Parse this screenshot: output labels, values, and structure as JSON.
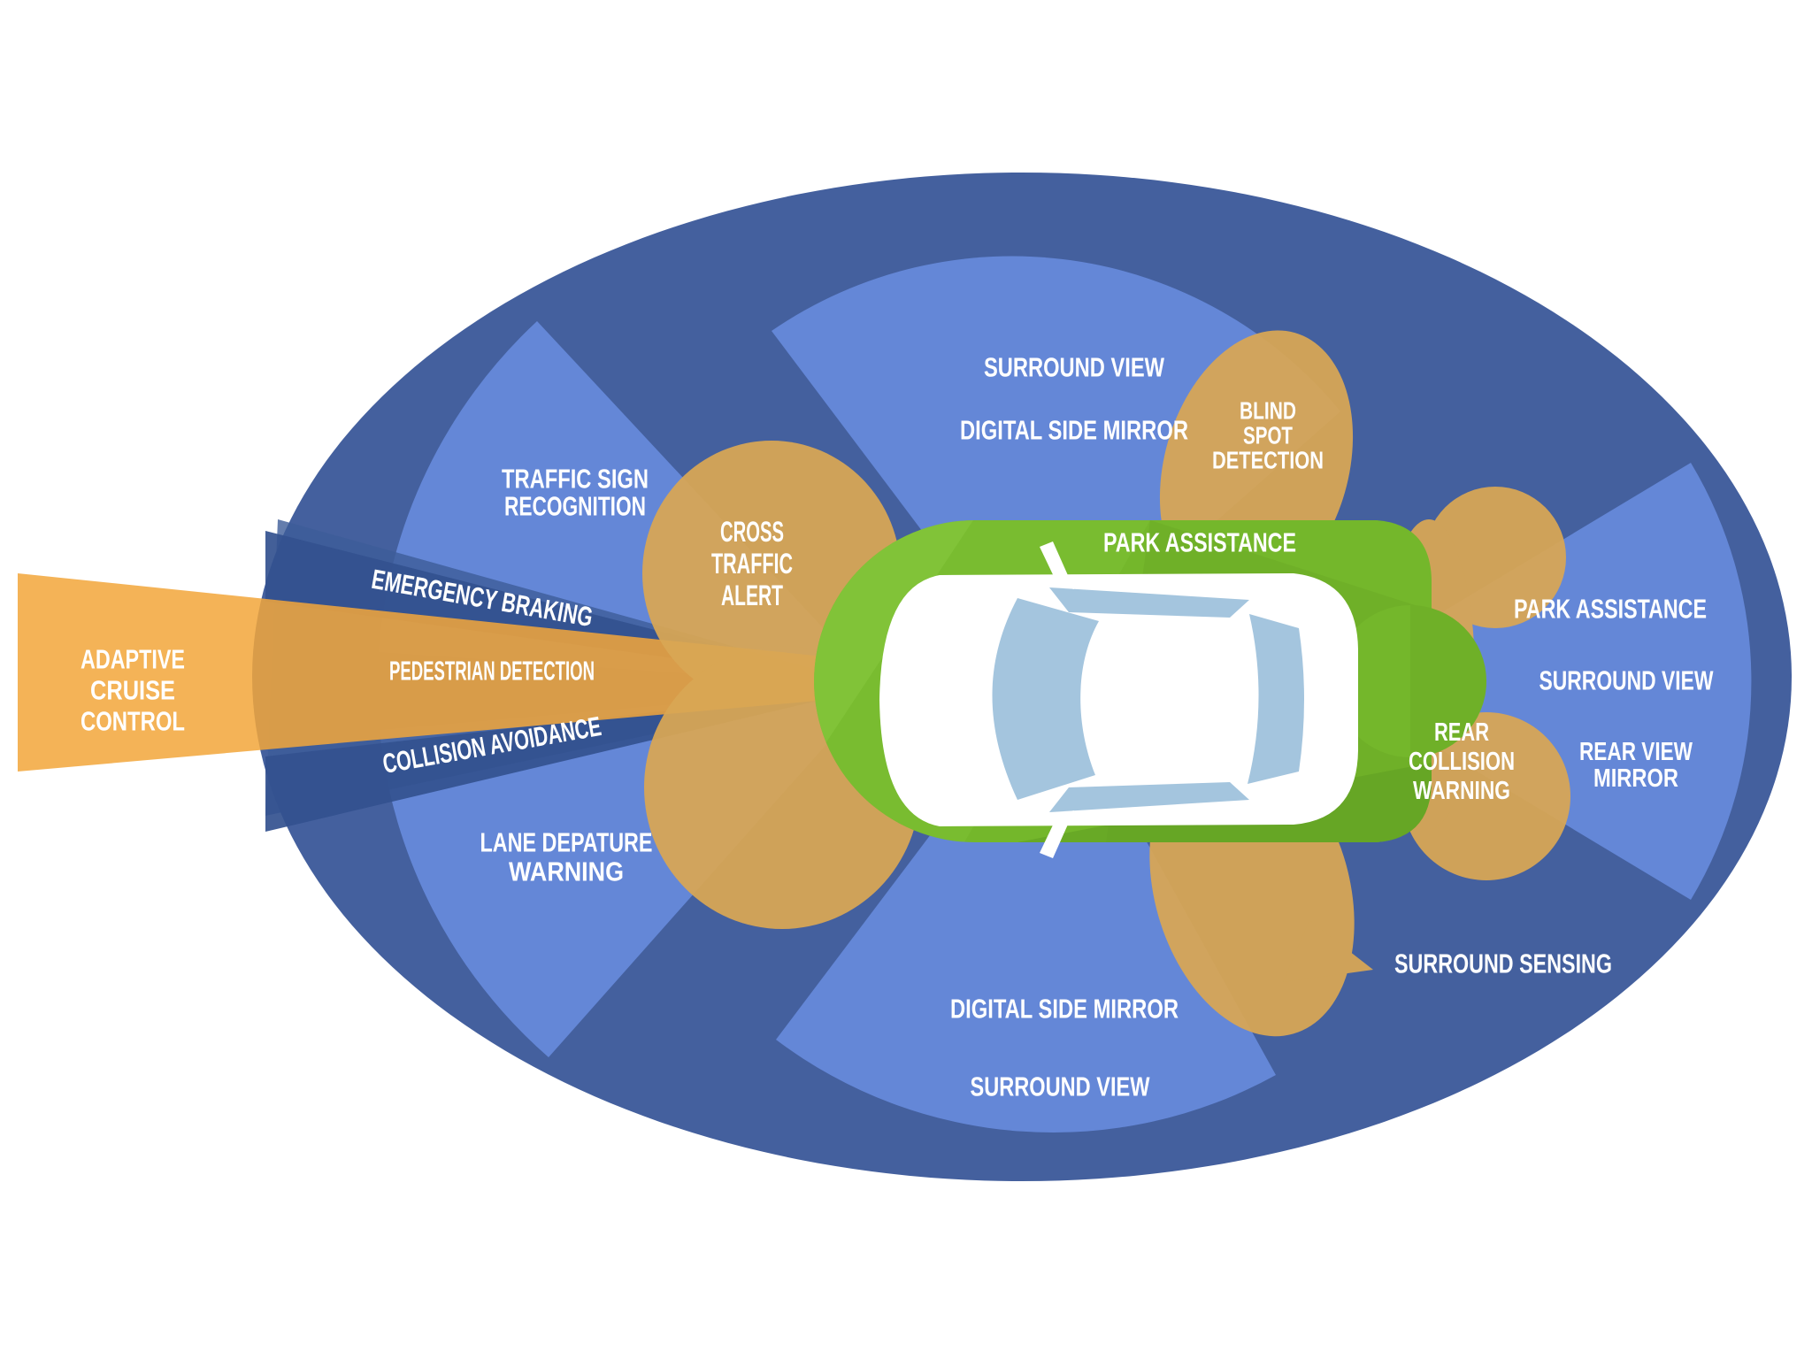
{
  "title": "ADAS sensor coverage diagram",
  "colors": {
    "background": "#FFFFFF",
    "outer_ellipse": "#44609E",
    "sector_blue": "#6487D7",
    "wedge_blue": "#3D5C99",
    "beam_navy": "#33518F",
    "beam_orange": "#F2A73B",
    "lobe_tan": "#D9A755",
    "zone_green": "#74B72B",
    "car_body": "#FFFFFF",
    "car_glass": "#A4C5DE",
    "label_text": "#FFFFFF"
  },
  "labels": {
    "adaptive_cruise": [
      "ADAPTIVE",
      "CRUISE",
      "CONTROL"
    ],
    "emergency_braking": "EMERGENCY BRAKING",
    "pedestrian_detection": "PEDESTRIAN DETECTION",
    "collision_avoidance": "COLLISION AVOIDANCE",
    "traffic_sign": [
      "TRAFFIC SIGN",
      "RECOGNITION"
    ],
    "lane_departure": [
      "LANE DEPATURE",
      "WARNING"
    ],
    "cross_traffic": [
      "CROSS",
      "TRAFFIC",
      "ALERT"
    ],
    "surround_view_top": "SURROUND VIEW",
    "digital_side_mirror_top": "DIGITAL SIDE MIRROR",
    "blind_spot": [
      "BLIND",
      "SPOT",
      "DETECTION"
    ],
    "park_assistance_inner": "PARK ASSISTANCE",
    "park_assistance_rear": "PARK ASSISTANCE",
    "surround_view_rear": "SURROUND VIEW",
    "rear_view_mirror": [
      "REAR VIEW",
      "MIRROR"
    ],
    "rear_collision": [
      "REAR",
      "COLLISION",
      "WARNING"
    ],
    "surround_sensing": "SURROUND SENSING",
    "digital_side_mirror_bottom": "DIGITAL SIDE MIRROR",
    "surround_view_bottom": "SURROUND VIEW"
  }
}
